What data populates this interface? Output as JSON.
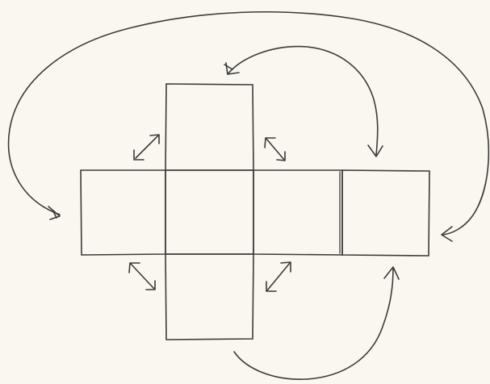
{
  "diagram": {
    "kind": "cube-net-sketch",
    "faces": [
      "top",
      "left",
      "front",
      "right",
      "back",
      "bottom"
    ],
    "edge_pairs": [
      {
        "from": "top",
        "to": "left"
      },
      {
        "from": "top",
        "to": "right"
      },
      {
        "from": "top",
        "to": "back"
      },
      {
        "from": "left",
        "to": "bottom"
      },
      {
        "from": "right",
        "to": "bottom"
      },
      {
        "from": "left",
        "to": "back"
      },
      {
        "from": "bottom",
        "to": "back"
      }
    ],
    "ink_color": "#3b3b3b",
    "paper_color": "#f9f7f0"
  }
}
